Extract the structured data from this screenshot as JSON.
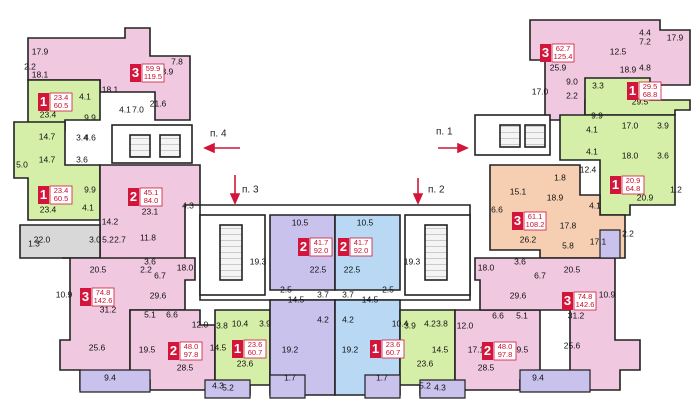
{
  "colors": {
    "wall": "#222222",
    "pink": "#f0c8e0",
    "green": "#d6efa8",
    "blue": "#b8d8f4",
    "peach": "#f6cfb2",
    "violet": "#c9c2ec",
    "grey": "#d8d8d8",
    "badge_red": "#d3153b"
  },
  "stairs": [
    {
      "id": "stair-1",
      "label": "п. 1"
    },
    {
      "id": "stair-2",
      "label": "п. 2"
    },
    {
      "id": "stair-3",
      "label": "п. 3"
    },
    {
      "id": "stair-4",
      "label": "п. 4"
    }
  ],
  "badges": [
    {
      "id": "b-tl3",
      "num": "3",
      "a1": "59.9",
      "a2": "119.5"
    },
    {
      "id": "b-l1a",
      "num": "1",
      "a1": "23.4",
      "a2": "60.5"
    },
    {
      "id": "b-l1b",
      "num": "1",
      "a1": "23.4",
      "a2": "60.5"
    },
    {
      "id": "b-l2",
      "num": "2",
      "a1": "45.1",
      "a2": "84.0"
    },
    {
      "id": "b-c2l",
      "num": "2",
      "a1": "41.7",
      "a2": "92.0"
    },
    {
      "id": "b-c2r",
      "num": "2",
      "a1": "41.7",
      "a2": "92.0"
    },
    {
      "id": "b-tr3",
      "num": "3",
      "a1": "62.7",
      "a2": "125.4"
    },
    {
      "id": "b-tr1",
      "num": "1",
      "a1": "29.5",
      "a2": "68.8"
    },
    {
      "id": "b-r1",
      "num": "1",
      "a1": "20.9",
      "a2": "64.8"
    },
    {
      "id": "b-r3",
      "num": "3",
      "a1": "61.1",
      "a2": "108.2"
    },
    {
      "id": "b-bl3",
      "num": "3",
      "a1": "74.8",
      "a2": "142.6"
    },
    {
      "id": "b-bl2",
      "num": "2",
      "a1": "48.0",
      "a2": "97.8"
    },
    {
      "id": "b-bl1",
      "num": "1",
      "a1": "23.6",
      "a2": "60.7"
    },
    {
      "id": "b-br1",
      "num": "1",
      "a1": "23.6",
      "a2": "60.7"
    },
    {
      "id": "b-br2",
      "num": "2",
      "a1": "48.0",
      "a2": "97.8"
    },
    {
      "id": "b-br3",
      "num": "3",
      "a1": "74.8",
      "a2": "142.6"
    }
  ],
  "rooms": [
    "17.9",
    "2.2",
    "7.8",
    "18.1",
    "18.1",
    "23.9",
    "21.6",
    "4.1",
    "7.0",
    "4.1",
    "9.9",
    "23.4",
    "14.7",
    "14.7",
    "5.0",
    "3.4",
    "4.6",
    "3.6",
    "9.9",
    "23.4",
    "4.1",
    "14.2",
    "23.1",
    "4.3",
    "22.0",
    "1.3",
    "3.0",
    "5.2",
    "2.7",
    "11.8",
    "10.5",
    "10.5",
    "19.3",
    "22.5",
    "22.5",
    "19.3",
    "14.5",
    "14.5",
    "3.7",
    "3.7",
    "4.2",
    "4.2",
    "2.5",
    "2.5",
    "17.9",
    "4.4",
    "7.2",
    "12.5",
    "18.9",
    "25.9",
    "4.8",
    "17.0",
    "9.0",
    "2.2",
    "29.5",
    "3.3",
    "9.9",
    "17.0",
    "3.9",
    "4.1",
    "4.1",
    "18.0",
    "3.6",
    "12.4",
    "20.9",
    "1.2",
    "4.1",
    "15.1",
    "18.9",
    "6.6",
    "17.8",
    "26.2",
    "17.1",
    "5.8",
    "1.8",
    "2.2",
    "20.5",
    "10.9",
    "3.6",
    "18.0",
    "6.7",
    "2.2",
    "29.6",
    "31.2",
    "5.1",
    "6.6",
    "12.0",
    "3.8",
    "10.4",
    "3.9",
    "25.6",
    "19.5",
    "17.1",
    "14.5",
    "23.6",
    "19.2",
    "28.5",
    "9.4",
    "4.3",
    "5.2",
    "1.7",
    "18.0",
    "3.6",
    "6.7",
    "20.5",
    "10.9",
    "29.6",
    "31.2",
    "10.4",
    "4.2",
    "3.8",
    "6.6",
    "5.1",
    "3.9",
    "12.0",
    "23.6",
    "14.5",
    "17.1",
    "19.5",
    "25.6",
    "19.2",
    "28.5",
    "5.2",
    "4.3",
    "9.4",
    "1.7"
  ]
}
